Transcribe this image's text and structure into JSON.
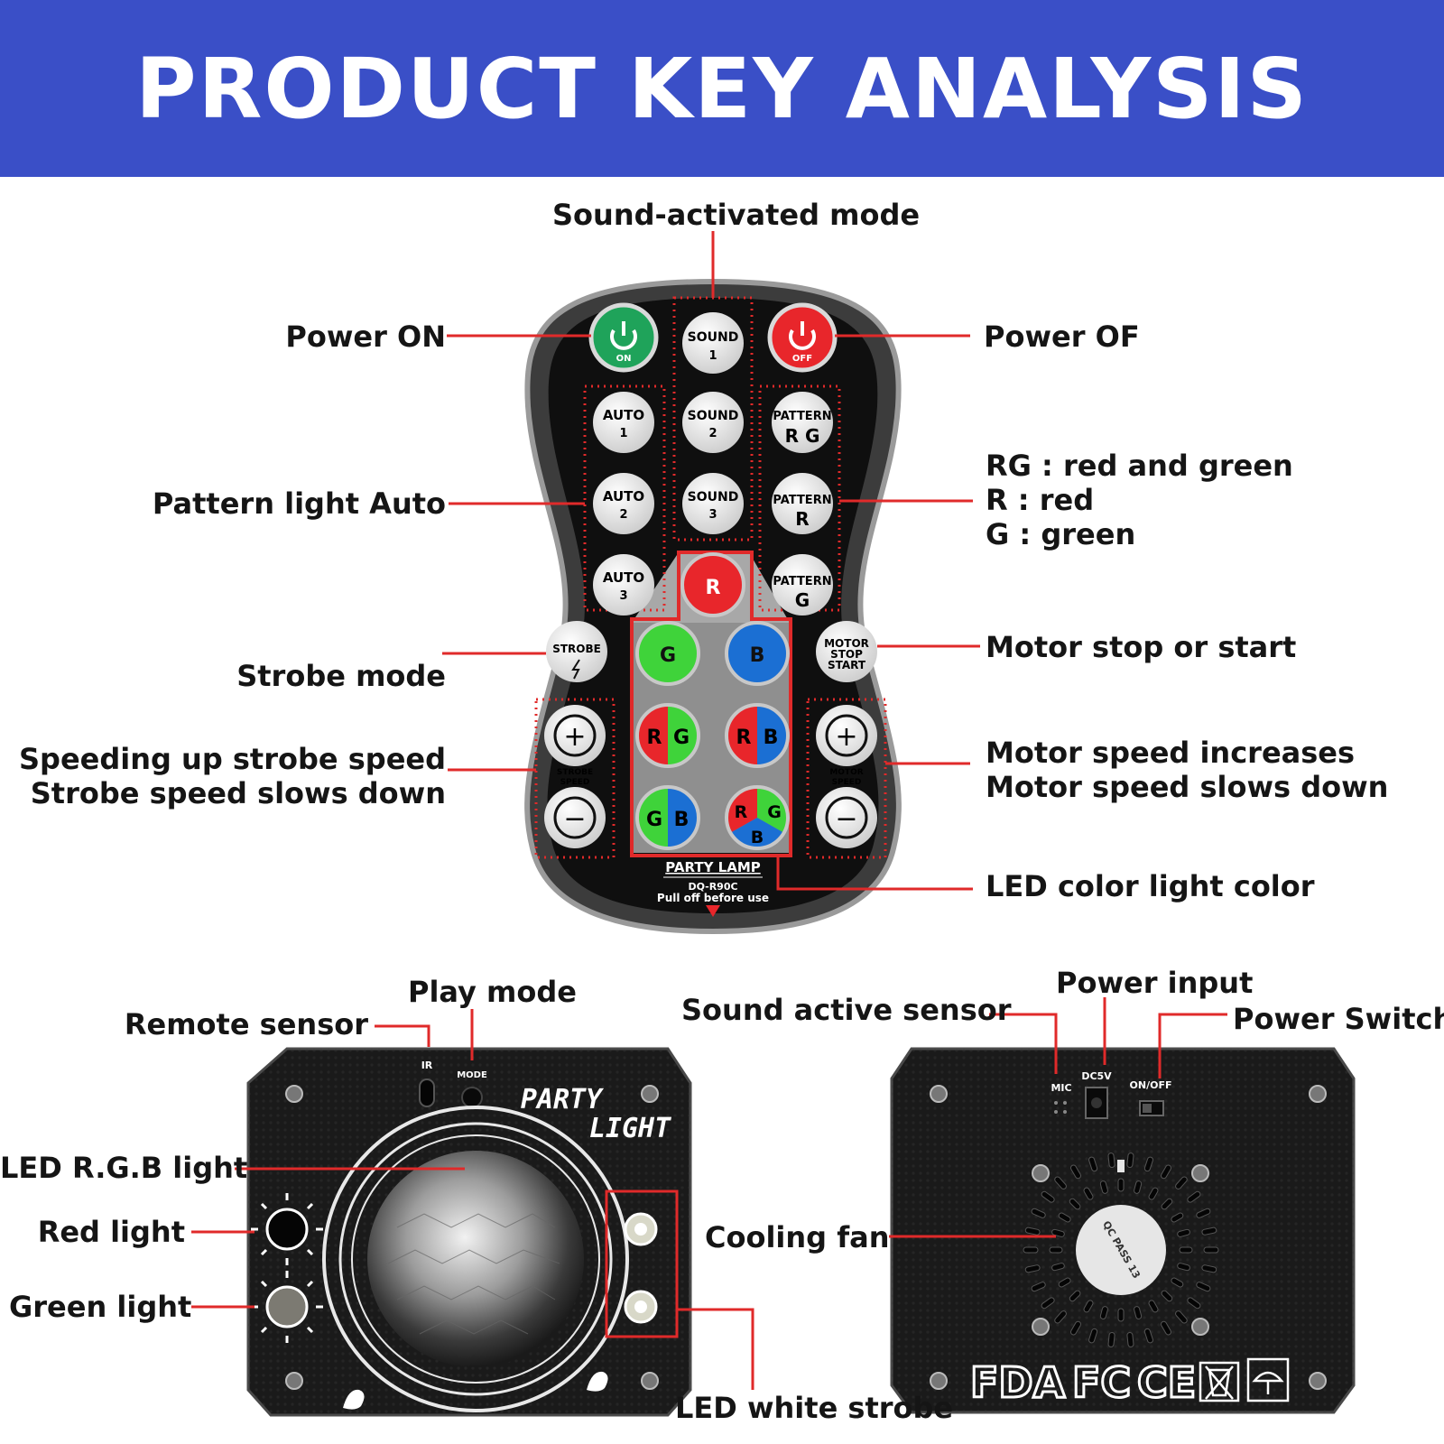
{
  "banner": {
    "title": "PRODUCT KEY ANALYSIS",
    "color": "#3a4fc7"
  },
  "remote": {
    "callouts": {
      "sound_mode": "Sound-activated mode",
      "power_on": "Power ON",
      "power_off": "Power OF",
      "pattern_auto": "Pattern light Auto",
      "pattern_legend": [
        "RG : red and green",
        "R : red",
        "G : green"
      ],
      "strobe_mode": "Strobe mode",
      "strobe_speed": [
        "Speeding up strobe speed",
        "Strobe speed slows down"
      ],
      "motor_toggle": "Motor stop or start",
      "motor_speed": [
        "Motor speed increases",
        "Motor speed slows down"
      ],
      "led_color": "LED color light color"
    },
    "buttons": {
      "on_label": "ON",
      "off_label": "OFF",
      "sound": [
        "SOUND",
        "1",
        "2",
        "3"
      ],
      "auto": [
        "AUTO",
        "1",
        "2",
        "3"
      ],
      "pattern": [
        "PATTERN",
        "R G",
        "R",
        "G"
      ],
      "strobe": "STROBE",
      "motor": [
        "MOTOR",
        "STOP",
        "START"
      ],
      "strobe_speed": [
        "STROBE",
        "SPEED"
      ],
      "motor_speed": [
        "MOTOR",
        "SPEED"
      ],
      "plus": "+",
      "minus": "−",
      "colors": [
        "R",
        "G",
        "B"
      ]
    },
    "footer": {
      "brand": "PARTY  LAMP",
      "model": "DQ-R90C",
      "note": "Pull off before use"
    },
    "colors": {
      "red": "#e8262b",
      "green": "#1fa35a",
      "accent_green": "#3fd33a",
      "blue": "#1b6fd3",
      "callout": "#e02a2a"
    }
  },
  "front": {
    "callouts": {
      "play_mode": "Play mode",
      "remote_sensor": "Remote sensor",
      "rgb_light": "LED R.G.B light",
      "red_light": "Red light",
      "green_light": "Green light",
      "cooling_fan": "Cooling fan",
      "white_strobe": "LED white strobe"
    },
    "panel_text": {
      "ir": "IR",
      "mode": "MODE",
      "brand_line1": "PARTY",
      "brand_line2": "LIGHT"
    }
  },
  "back": {
    "callouts": {
      "sound_sensor": "Sound active sensor",
      "power_input": "Power input",
      "power_switch": "Power Switch"
    },
    "panel_text": {
      "mic": "MIC",
      "dc": "DC5V",
      "switch": "ON/OFF",
      "qc": "QC PASS 13",
      "marks": [
        "FDA",
        "FC",
        "CE"
      ]
    }
  }
}
